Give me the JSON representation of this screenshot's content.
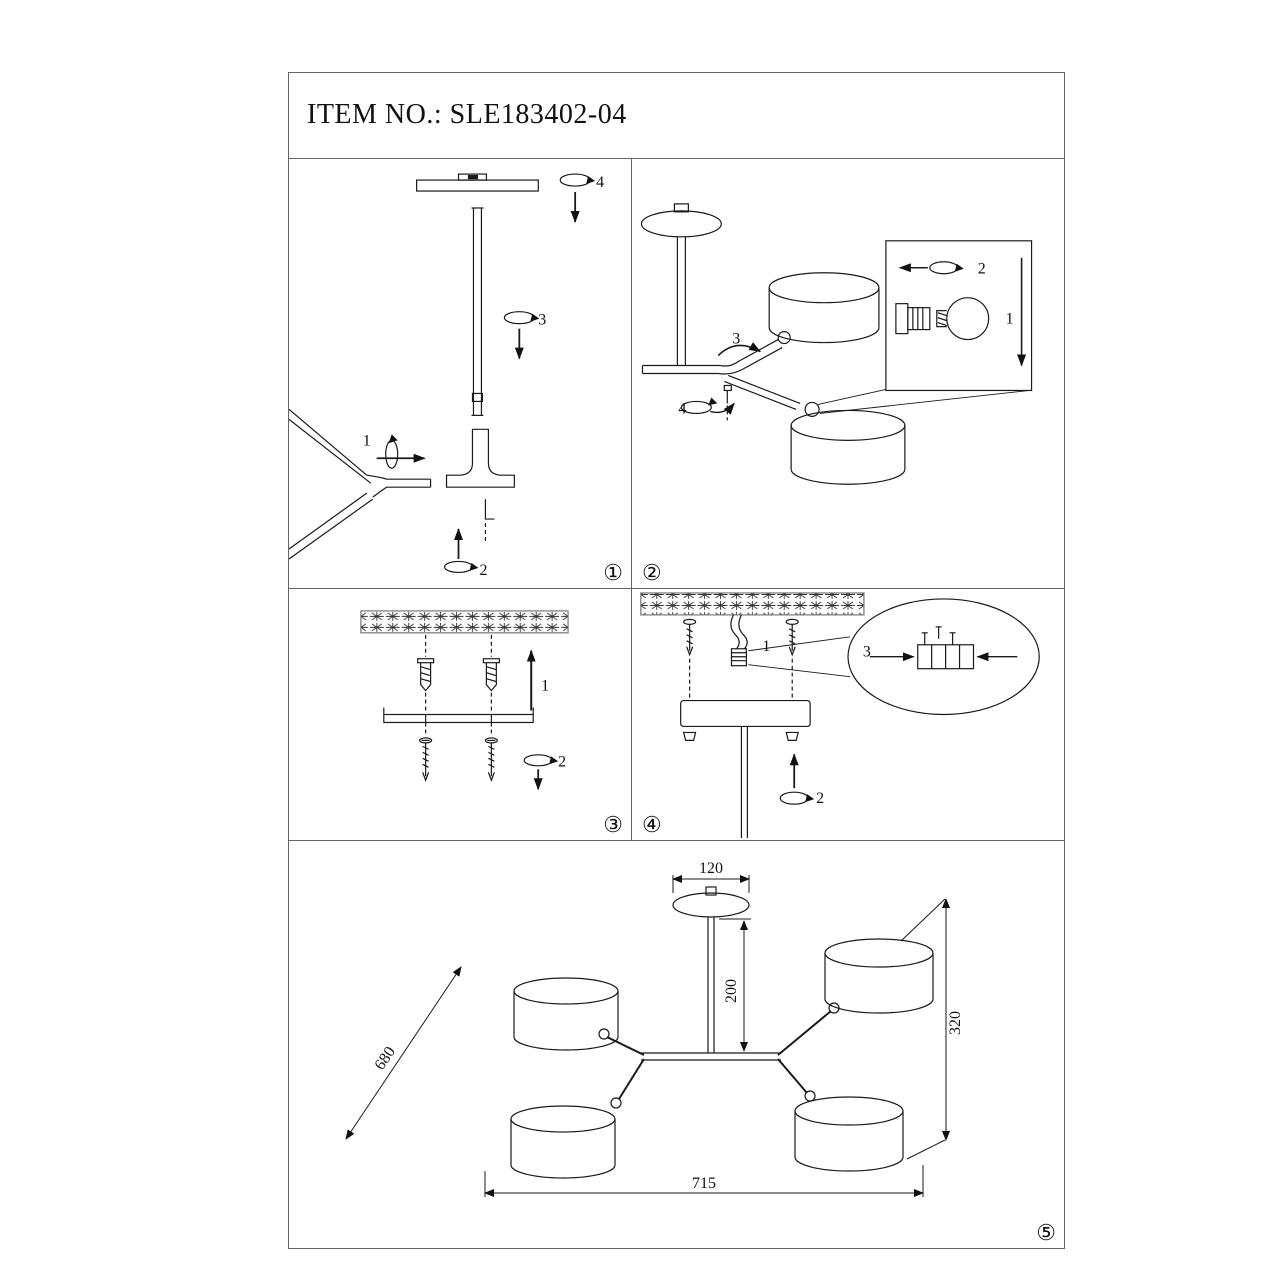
{
  "page": {
    "title": "ITEM NO.: SLE183402-04"
  },
  "steps": {
    "s1": {
      "badge": "①",
      "l1": "1",
      "l2": "2",
      "l3": "3",
      "l4": "4"
    },
    "s2": {
      "badge": "②",
      "l1": "1",
      "l2": "2",
      "l3": "3",
      "l4": "4"
    },
    "s3": {
      "badge": "③",
      "l1": "1",
      "l2": "2"
    },
    "s4": {
      "badge": "④",
      "l1": "1",
      "l2": "2",
      "l3": "3"
    },
    "s5": {
      "badge": "⑤"
    }
  },
  "dimensions": {
    "canopy_diameter": "120",
    "rod_length": "200",
    "height": "320",
    "diagonal": "680",
    "width": "715"
  }
}
